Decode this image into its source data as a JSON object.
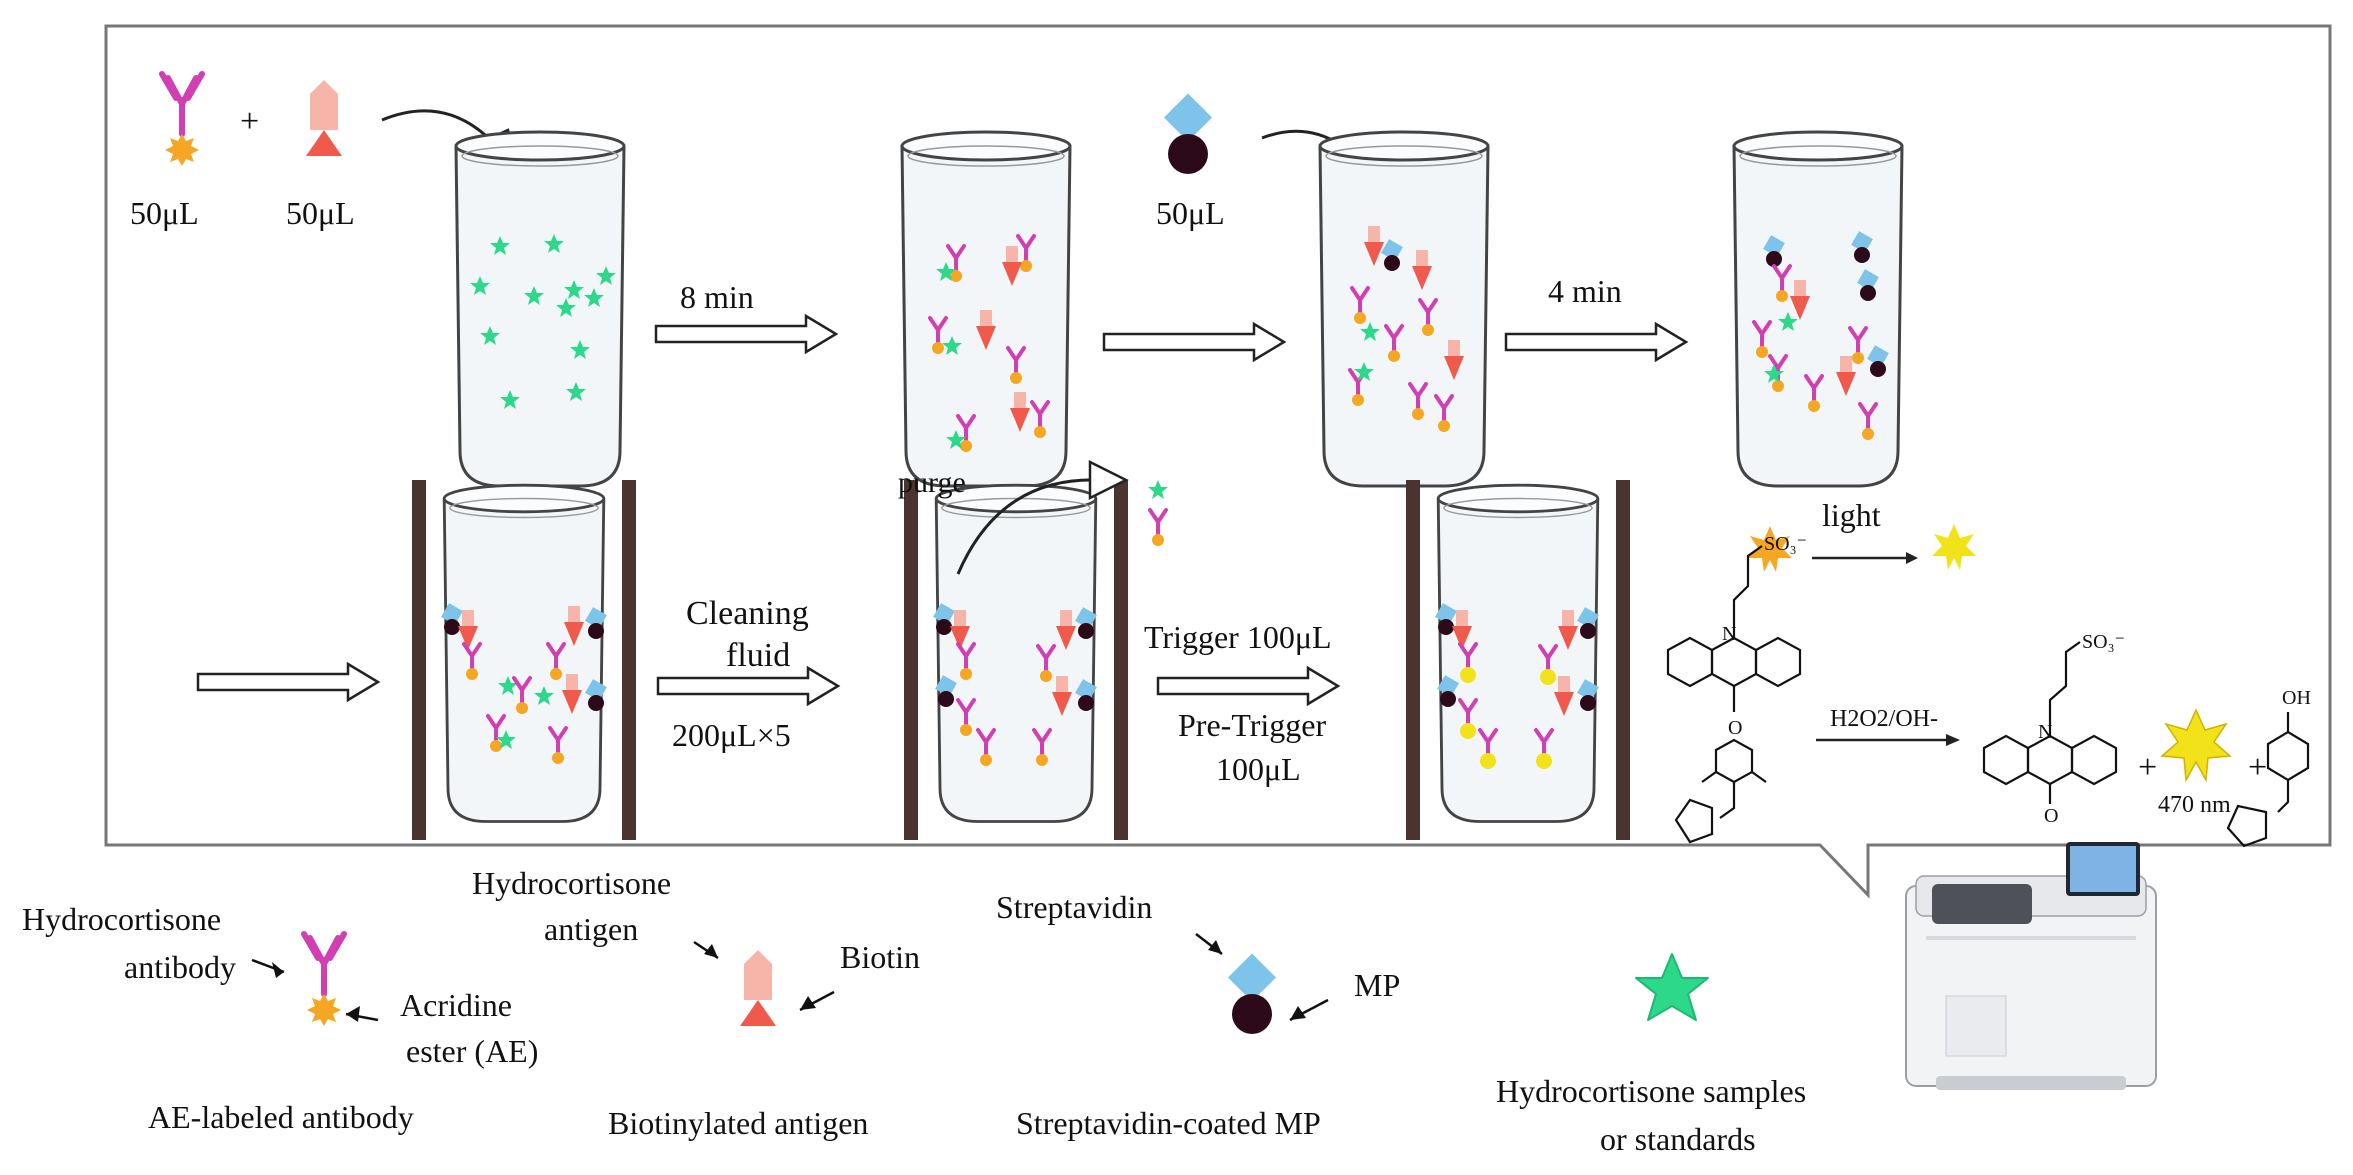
{
  "colors": {
    "antibody": "#d13fb3",
    "ae_label": "#f5a623",
    "antigen_body": "#f6b5a8",
    "biotin": "#ef5a4d",
    "streptavidin": "#7ec4ea",
    "mp": "#2d0a1a",
    "sample_star": "#2ed88a",
    "light_burst": "#f2e21a",
    "magnet": "#4a3430",
    "frame": "#777777"
  },
  "top_row": {
    "vol_antibody": "50μL",
    "plus": "+",
    "vol_antigen": "50μL",
    "vol_mp": "50μL",
    "step1_time": "8 min",
    "step3_time": "4 min"
  },
  "bottom_row": {
    "purge": "purge",
    "cleaning_line1": "Cleaning",
    "cleaning_line2": "fluid",
    "cleaning_volume": "200μL×5",
    "trigger": "Trigger 100μL",
    "pre_trigger_line1": "Pre-Trigger",
    "pre_trigger_line2": "100μL",
    "light": "light",
    "reagent": "H2O2/OH-",
    "wavelength": "470 nm",
    "plus": "+"
  },
  "legend": {
    "antibody_line1": "Hydrocortisone",
    "antibody_line2": "antibody",
    "ae_line1": "Acridine",
    "ae_line2": "ester (AE)",
    "ae_caption": "AE-labeled antibody",
    "antigen_line1": "Hydrocortisone",
    "antigen_line2": "antigen",
    "biotin": "Biotin",
    "antigen_caption": "Biotinylated antigen",
    "streptavidin": "Streptavidin",
    "mp": "MP",
    "mp_caption": "Streptavidin-coated MP",
    "sample_line1": "Hydrocortisone samples",
    "sample_line2": "or standards"
  }
}
